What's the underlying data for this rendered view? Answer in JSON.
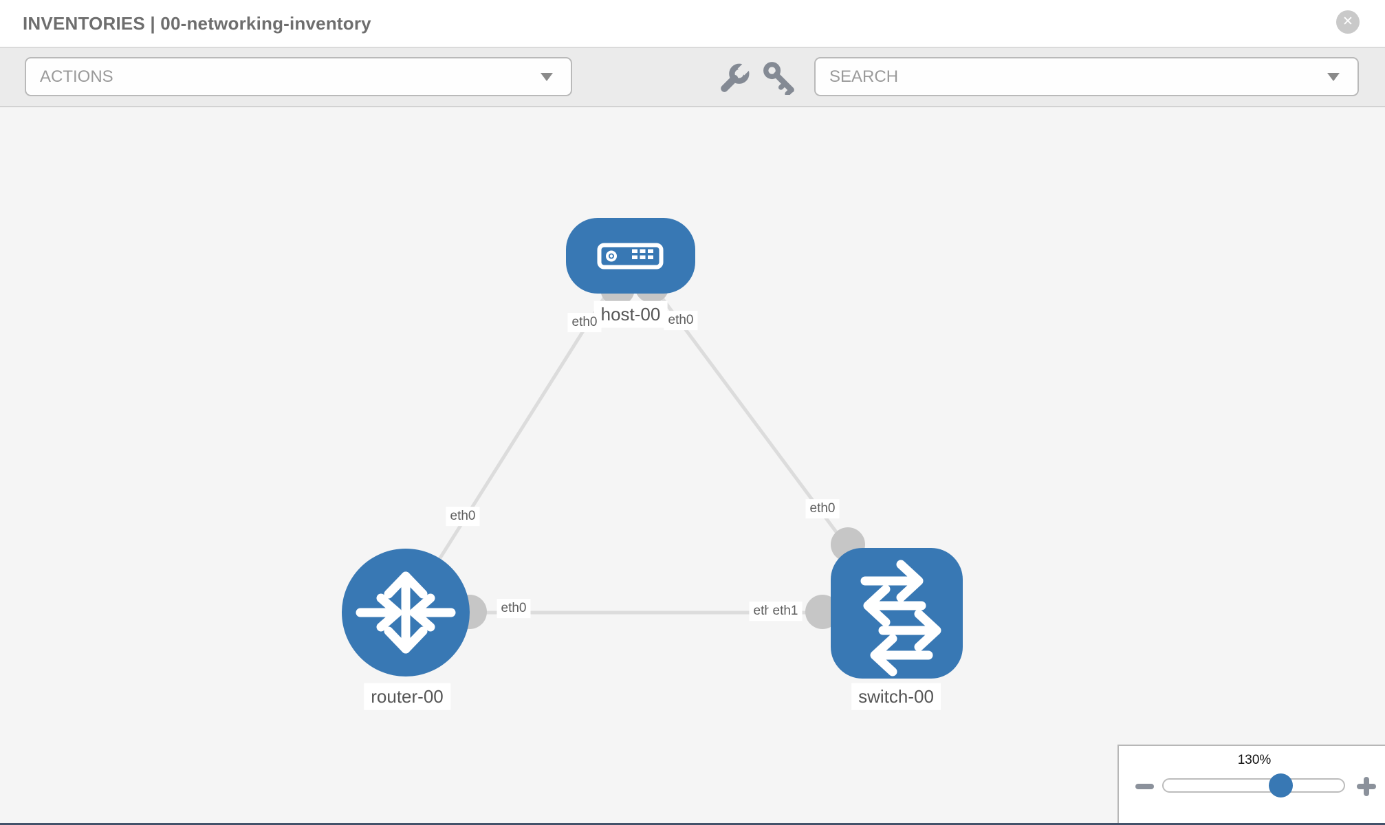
{
  "header": {
    "title": "INVENTORIES | 00-networking-inventory",
    "close_label": "✕"
  },
  "toolbar": {
    "actions_label": "ACTIONS",
    "search_placeholder": "SEARCH",
    "icons": [
      "wrench-icon",
      "key-icon"
    ]
  },
  "diagram": {
    "nodes": [
      {
        "id": "host-00",
        "type": "host",
        "label": "host-00"
      },
      {
        "id": "router-00",
        "type": "router",
        "label": "router-00"
      },
      {
        "id": "switch-00",
        "type": "switch",
        "label": "switch-00"
      }
    ],
    "links": [
      {
        "from": "host-00",
        "to": "router-00",
        "from_interface": "eth0",
        "to_interface": "eth0"
      },
      {
        "from": "host-00",
        "to": "switch-00",
        "from_interface": "eth0",
        "to_interface": "eth0"
      },
      {
        "from": "router-00",
        "to": "switch-00",
        "from_interface": "eth0",
        "to_interface": "eth1",
        "to_interface_underlay": "eth0"
      }
    ]
  },
  "zoom_control": {
    "level": "130%",
    "minus_label": "zoom out",
    "plus_label": "zoom in"
  },
  "colors": {
    "node_blue": "#3878b4",
    "link_gray": "#dcdcdc",
    "port_gray": "#c6c6c6",
    "canvas_bg": "#f5f5f5",
    "toolbar_bg": "#ebebeb"
  }
}
